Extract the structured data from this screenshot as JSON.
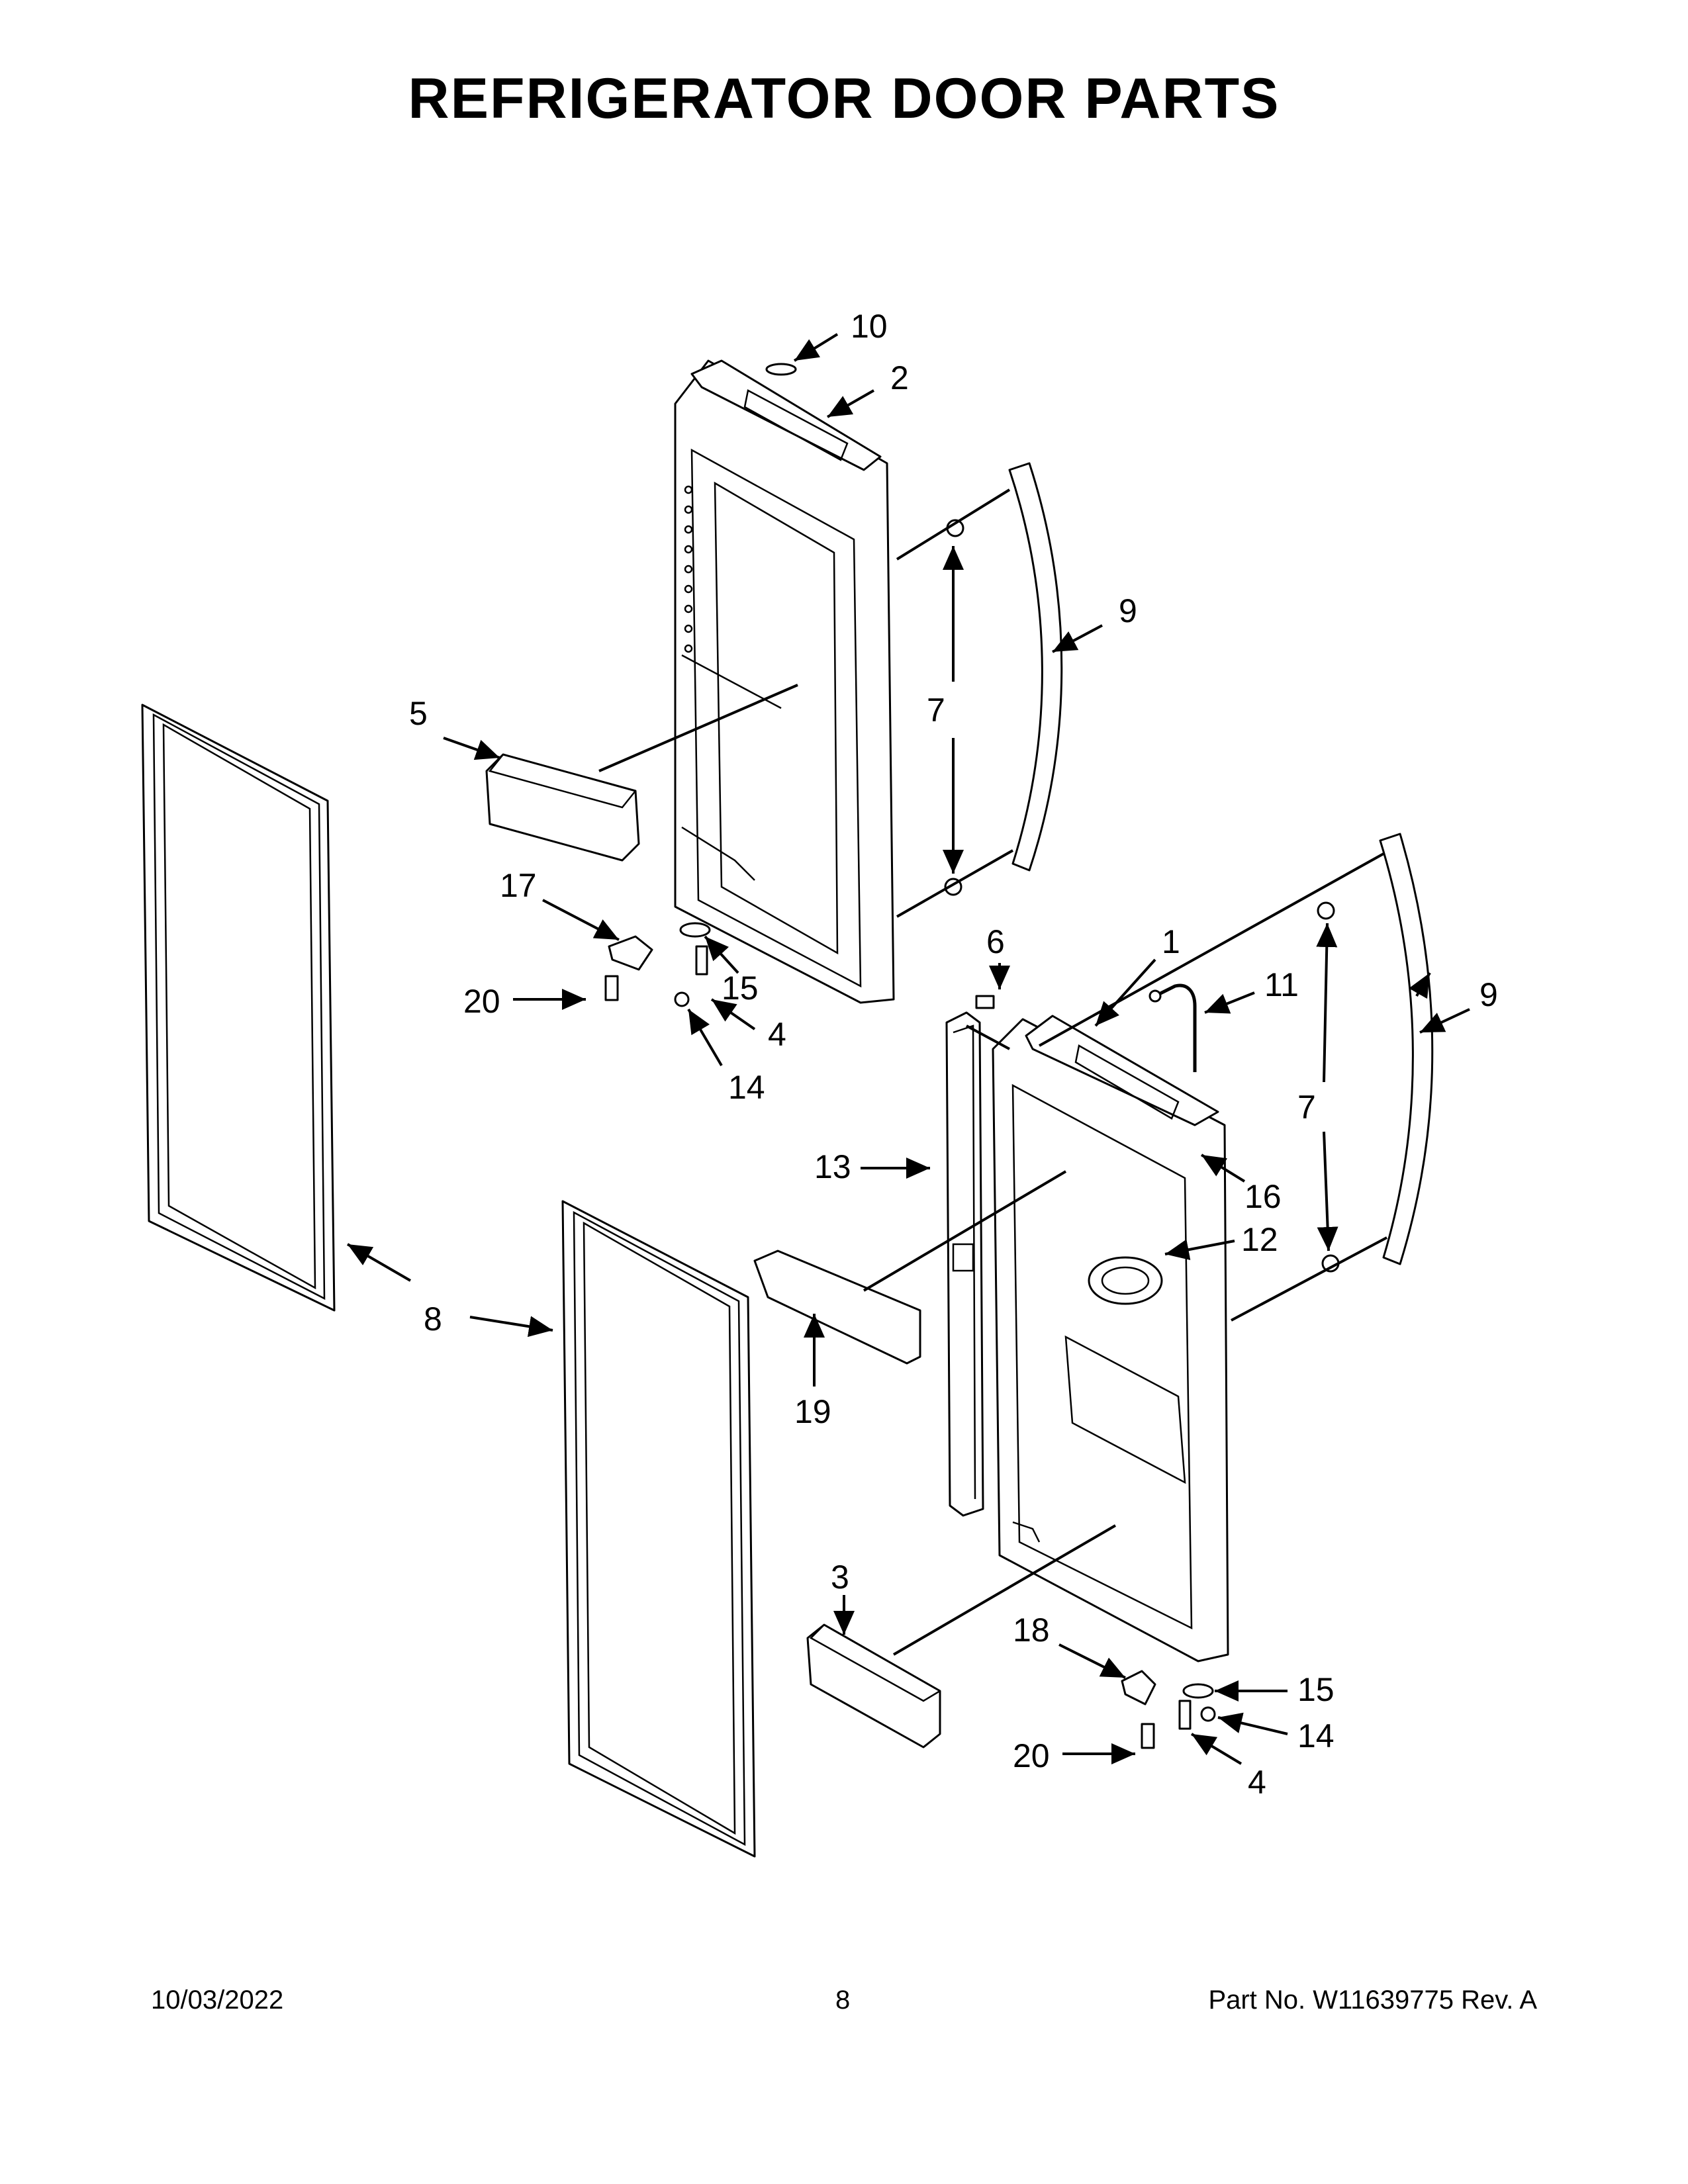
{
  "page": {
    "title": "REFRIGERATOR DOOR PARTS",
    "footer": {
      "date": "10/03/2022",
      "page_number": "8",
      "part_number": "Part No.  W11639775  Rev.  A"
    }
  },
  "callouts": {
    "c1": "1",
    "c2": "2",
    "c3": "3",
    "c4a": "4",
    "c4b": "4",
    "c5": "5",
    "c6": "6",
    "c7a": "7",
    "c7b": "7",
    "c8a": "8",
    "c9a": "9",
    "c9b": "9",
    "c10": "10",
    "c11": "11",
    "c12": "12",
    "c13": "13",
    "c14a": "14",
    "c14b": "14",
    "c15a": "15",
    "c15b": "15",
    "c16": "16",
    "c17": "17",
    "c18": "18",
    "c19": "19",
    "c20a": "20",
    "c20b": "20"
  }
}
